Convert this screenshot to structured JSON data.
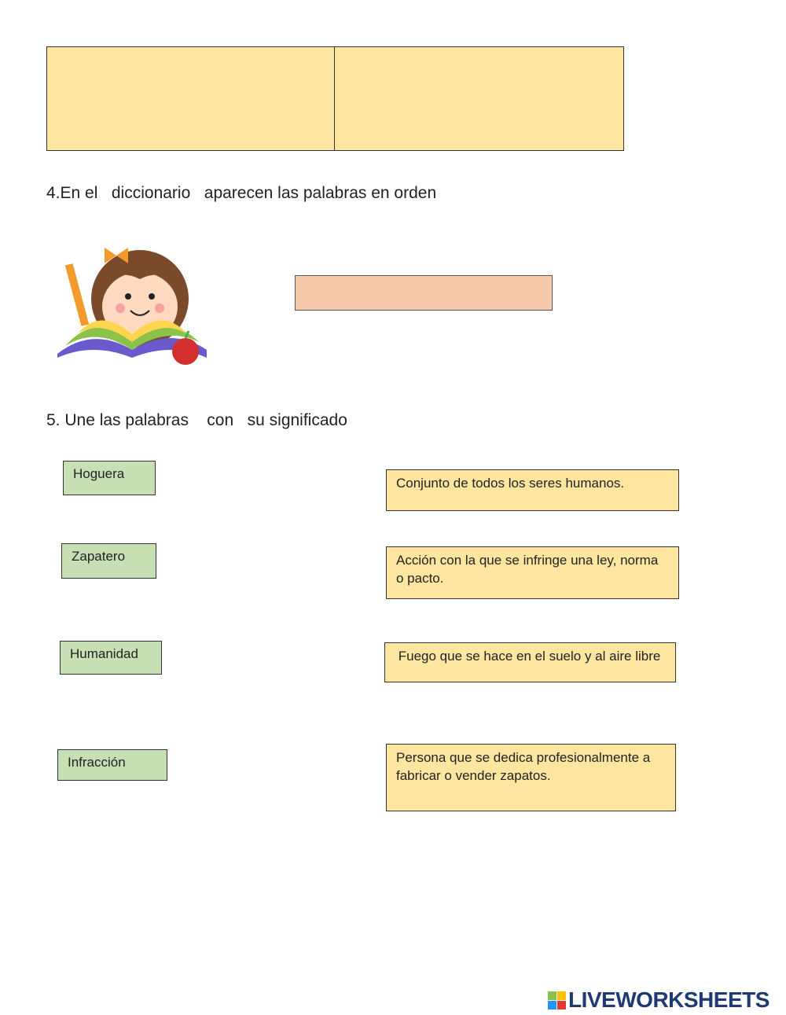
{
  "question4": {
    "text": "4.En el   diccionario   aparecen las palabras en orden",
    "answer_value": ""
  },
  "question5": {
    "text": "5. Une las palabras    con   su significado",
    "words": [
      "Hoguera",
      "Zapatero",
      "Humanidad",
      "Infracción"
    ],
    "definitions": [
      "Conjunto de todos los seres humanos.",
      "Acción con la que se infringe una ley, norma o pacto.",
      " Fuego que se hace en el suelo y al aire libre",
      "Persona que se dedica profesionalmente a fabricar o vender zapatos."
    ]
  },
  "footer": {
    "brand": "LIVEWORKSHEETS",
    "logo_letters": "LIVE"
  },
  "colors": {
    "answer_box": "#fee6a0",
    "word_box": "#c6e0b4",
    "input_box": "#f5c9aa",
    "brand": "#1f3a73"
  }
}
